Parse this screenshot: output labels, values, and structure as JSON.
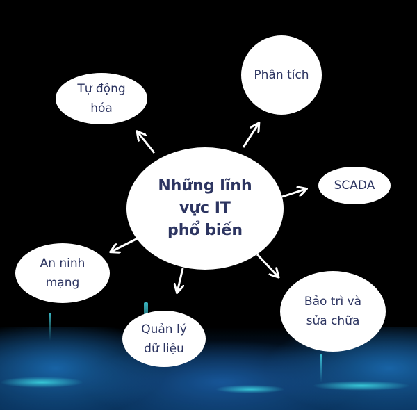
{
  "center": {
    "line1": "Những lĩnh",
    "line2": "vực IT",
    "line3": "phổ biến"
  },
  "nodes": {
    "automation": {
      "line1": "Tự động",
      "line2": "hóa"
    },
    "analysis": {
      "line1": "Phân tích"
    },
    "scada": {
      "line1": "SCADA"
    },
    "security": {
      "line1": "An ninh",
      "line2": "mạng"
    },
    "data": {
      "line1": "Quản lý",
      "line2": "dữ liệu"
    },
    "maintenance": {
      "line1": "Bảo trì và",
      "line2": "sửa chữa"
    }
  },
  "colors": {
    "text": "#2d3561",
    "background": "#000000",
    "accent": "#48e3f2"
  }
}
